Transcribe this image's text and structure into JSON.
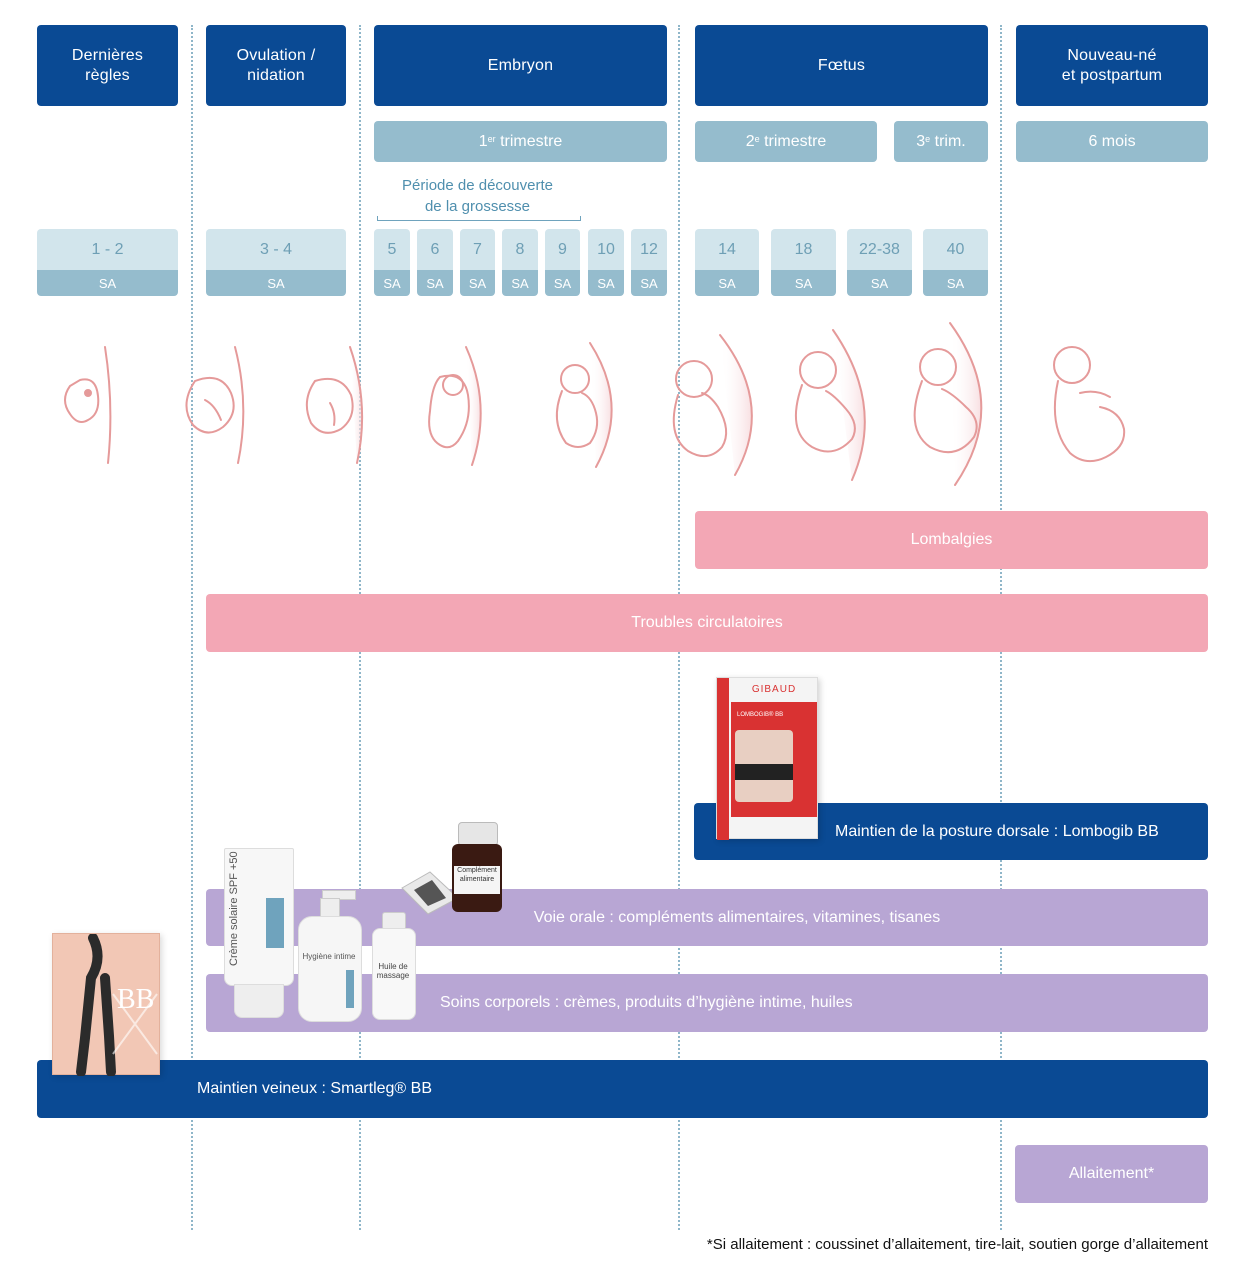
{
  "stages": [
    {
      "label": "Dernières\nrègles"
    },
    {
      "label": "Ovulation /\nnidation"
    },
    {
      "label": "Embryon"
    },
    {
      "label": "Fœtus"
    },
    {
      "label": "Nouveau-né\net postpartum"
    }
  ],
  "trimesters": {
    "t1_num": "1",
    "t1_sup": "er",
    "t1_word": " trimestre",
    "t2_num": "2",
    "t2_sup": "e",
    "t2_word": " trimestre",
    "t3_num": "3",
    "t3_sup": "e",
    "t3_word": " trim.",
    "postpartum": "6 mois"
  },
  "discovery": "Période de découverte\nde la grossesse",
  "weeks": [
    {
      "value": "1 - 2",
      "unit": "SA"
    },
    {
      "value": "3 - 4",
      "unit": "SA"
    },
    {
      "value": "5",
      "unit": "SA"
    },
    {
      "value": "6",
      "unit": "SA"
    },
    {
      "value": "7",
      "unit": "SA"
    },
    {
      "value": "8",
      "unit": "SA"
    },
    {
      "value": "9",
      "unit": "SA"
    },
    {
      "value": "10",
      "unit": "SA"
    },
    {
      "value": "12",
      "unit": "SA"
    },
    {
      "value": "14",
      "unit": "SA"
    },
    {
      "value": "18",
      "unit": "SA"
    },
    {
      "value": "22-38",
      "unit": "SA"
    },
    {
      "value": "40",
      "unit": "SA"
    }
  ],
  "bars": {
    "lombalgies": "Lombalgies",
    "troubles": "Troubles circulatoires",
    "lombogib": "Maintien de la posture dorsale : Lombogib BB",
    "voie_orale": "Voie orale : compléments alimentaires, vitamines, tisanes",
    "soins": "Soins corporels : crèmes, produits d’hygiène intime, huiles",
    "smartleg": "Maintien veineux : Smartleg® BB",
    "allaitement": "Allaitement*"
  },
  "products": {
    "gibaud_brand": "GIBAUD",
    "lombogib_box": "LOMBOGIB® BB",
    "creme": "Crème solaire SPF +50",
    "hygiene": "Hygiène intime",
    "huile_1": "Huile de",
    "huile_2": "massage",
    "complement_1": "Complément",
    "complement_2": "alimentaire",
    "bb_box": "BB"
  },
  "footnote": "*Si allaitement : coussinet d’allaitement, tire-lait, soutien gorge d’allaitement",
  "colors": {
    "navy": "#0a4a94",
    "light_blue": "#95bccd",
    "pale_blue": "#d2e5ec",
    "pink": "#f3a7b5",
    "purple": "#b8a6d4",
    "embryo_line": "#e59a9a"
  }
}
